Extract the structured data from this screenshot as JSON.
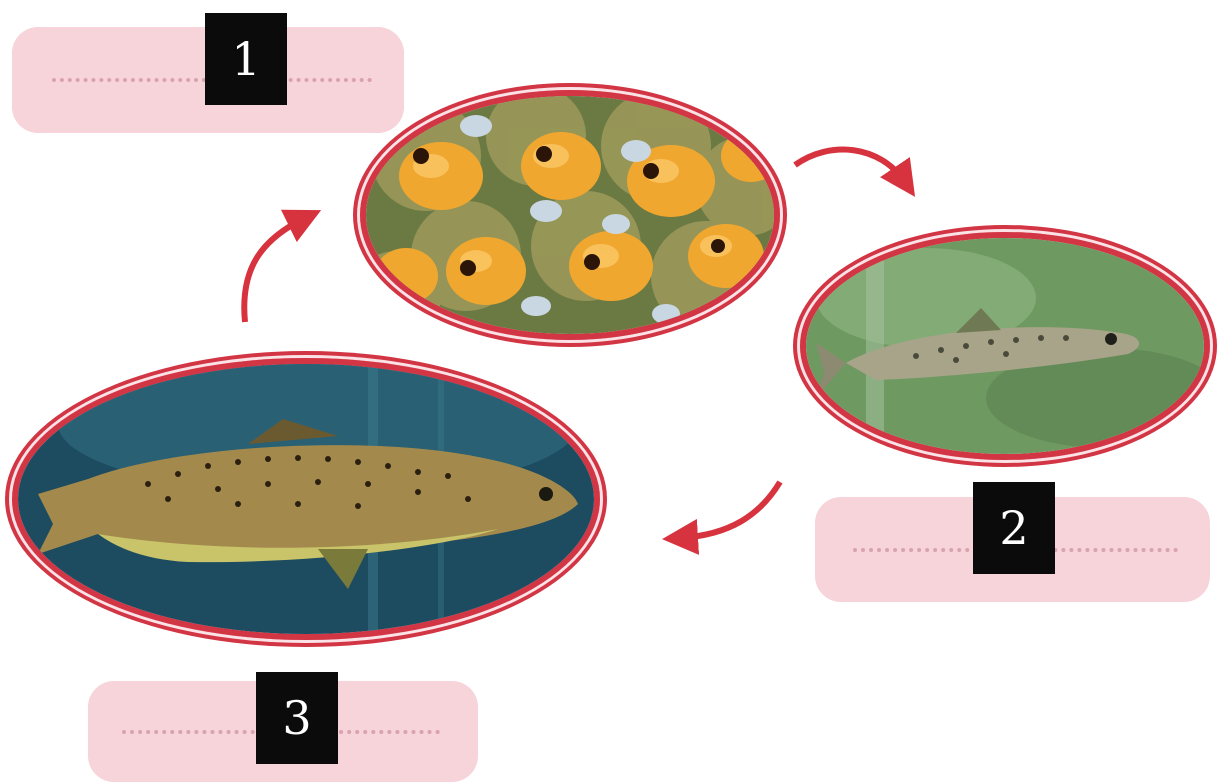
{
  "labels": [
    {
      "id": "1",
      "text": "1"
    },
    {
      "id": "2",
      "text": "2"
    },
    {
      "id": "3",
      "text": "3"
    }
  ],
  "stages": [
    {
      "name": "eggs",
      "icon": "fish-eggs-image"
    },
    {
      "name": "juvenile",
      "icon": "juvenile-fish-image"
    },
    {
      "name": "adult",
      "icon": "adult-trout-image"
    }
  ],
  "colors": {
    "ring": "#d23543",
    "pill": "#f7d3da",
    "arrow": "#d7333f"
  }
}
